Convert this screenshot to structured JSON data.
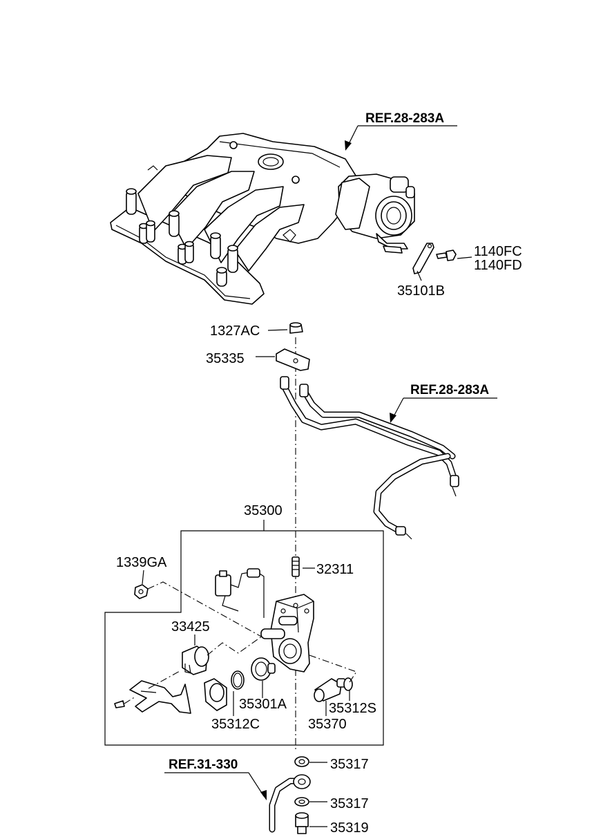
{
  "references": {
    "ref_top": "REF.28-283A",
    "ref_mid": "REF.28-283A",
    "ref_bottom": "REF.31-330"
  },
  "parts": {
    "p1140FC": "1140FC",
    "p1140FD": "1140FD",
    "p35101B": "35101B",
    "p1327AC": "1327AC",
    "p35335": "35335",
    "p35300": "35300",
    "p1339GA": "1339GA",
    "p32311": "32311",
    "p33425": "33425",
    "p35301A": "35301A",
    "p35312C": "35312C",
    "p35370": "35370",
    "p35312S": "35312S",
    "p35317a": "35317",
    "p35317b": "35317",
    "p35319": "35319"
  }
}
